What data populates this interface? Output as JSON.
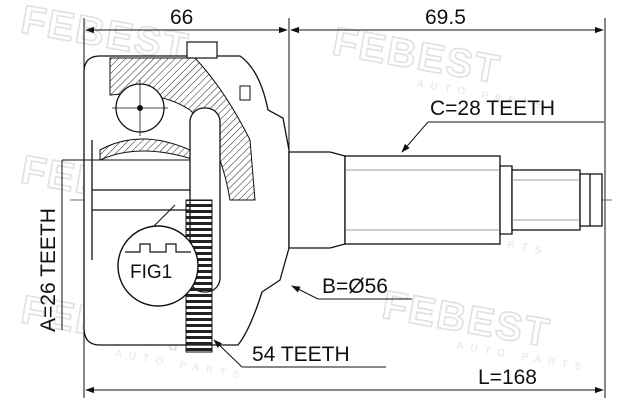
{
  "watermark": {
    "brand": "FEBEST",
    "tagline": "AUTO PARTS"
  },
  "dimensions": {
    "width_left": "66",
    "width_right": "69.5",
    "spline_outer": "C=28 TEETH",
    "spline_inner": "A=26 TEETH",
    "diameter": "B=Ø56",
    "abs_ring": "54 TEETH",
    "length": "L=168"
  },
  "figure_label": "FIG1"
}
